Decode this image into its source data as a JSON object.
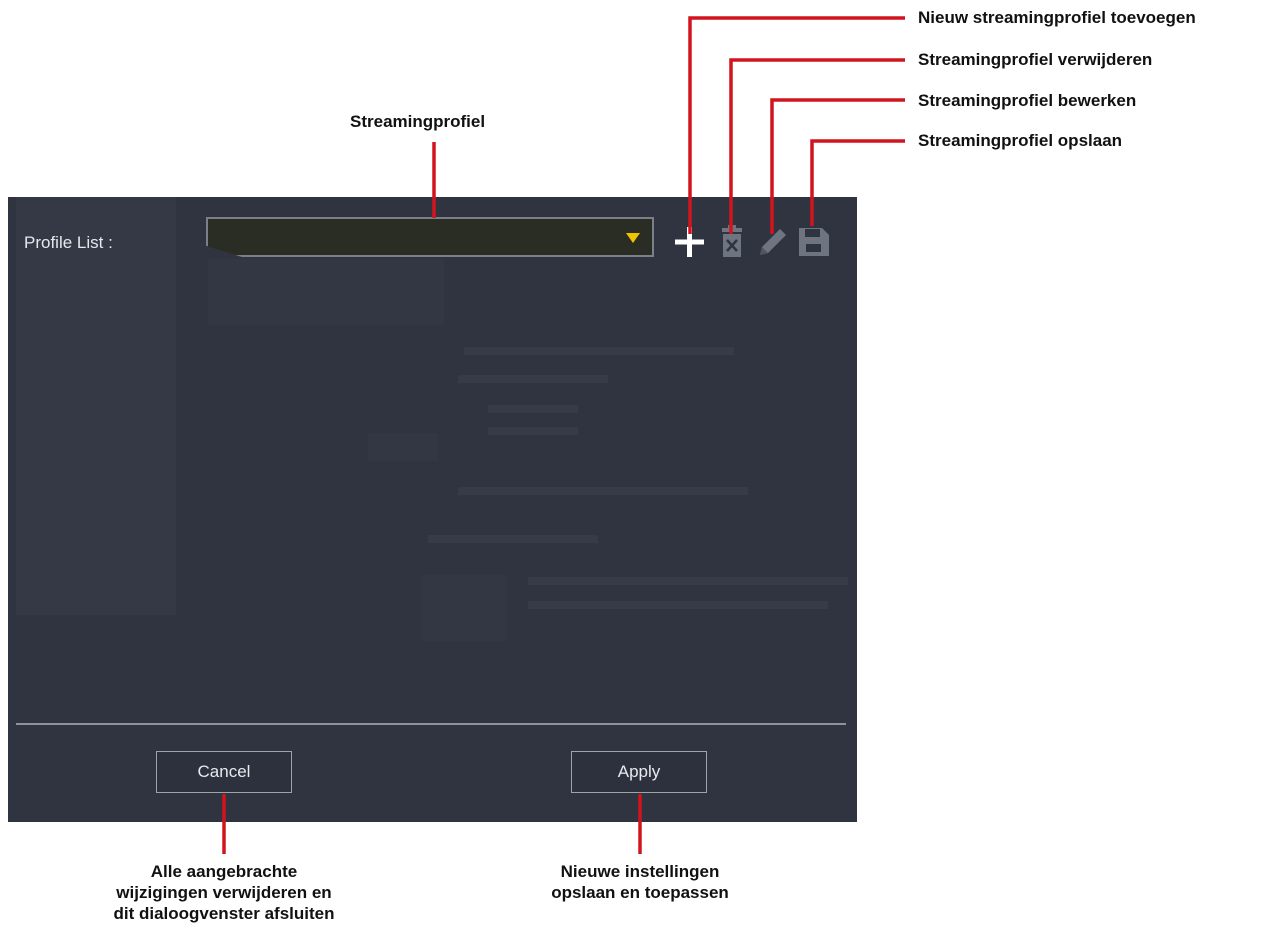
{
  "dialog": {
    "profile_label": "Profile List :",
    "profile_select_value": "",
    "cancel_label": "Cancel",
    "apply_label": "Apply"
  },
  "icons": {
    "add": "plus-icon",
    "delete": "trash-icon",
    "edit": "pencil-icon",
    "save": "floppy-disk-icon",
    "dropdown": "triangle-down-icon"
  },
  "colors": {
    "dialog_background": "#2f3440",
    "dropdown_arrow": "#f2c400",
    "callout_line": "#d2141e",
    "text": "#111111"
  },
  "callouts": {
    "add_profile": "Nieuw streamingprofiel toevoegen",
    "delete_profile": "Streamingprofiel verwijderen",
    "edit_profile": "Streamingprofiel bewerken",
    "save_profile": "Streamingprofiel opslaan",
    "profile": "Streamingprofiel",
    "cancel_lines": [
      "Alle aangebrachte",
      "wijzigingen verwijderen en",
      "dit dialoogvenster afsluiten"
    ],
    "apply_lines": [
      "Nieuwe instellingen",
      "opslaan en toepassen"
    ]
  }
}
